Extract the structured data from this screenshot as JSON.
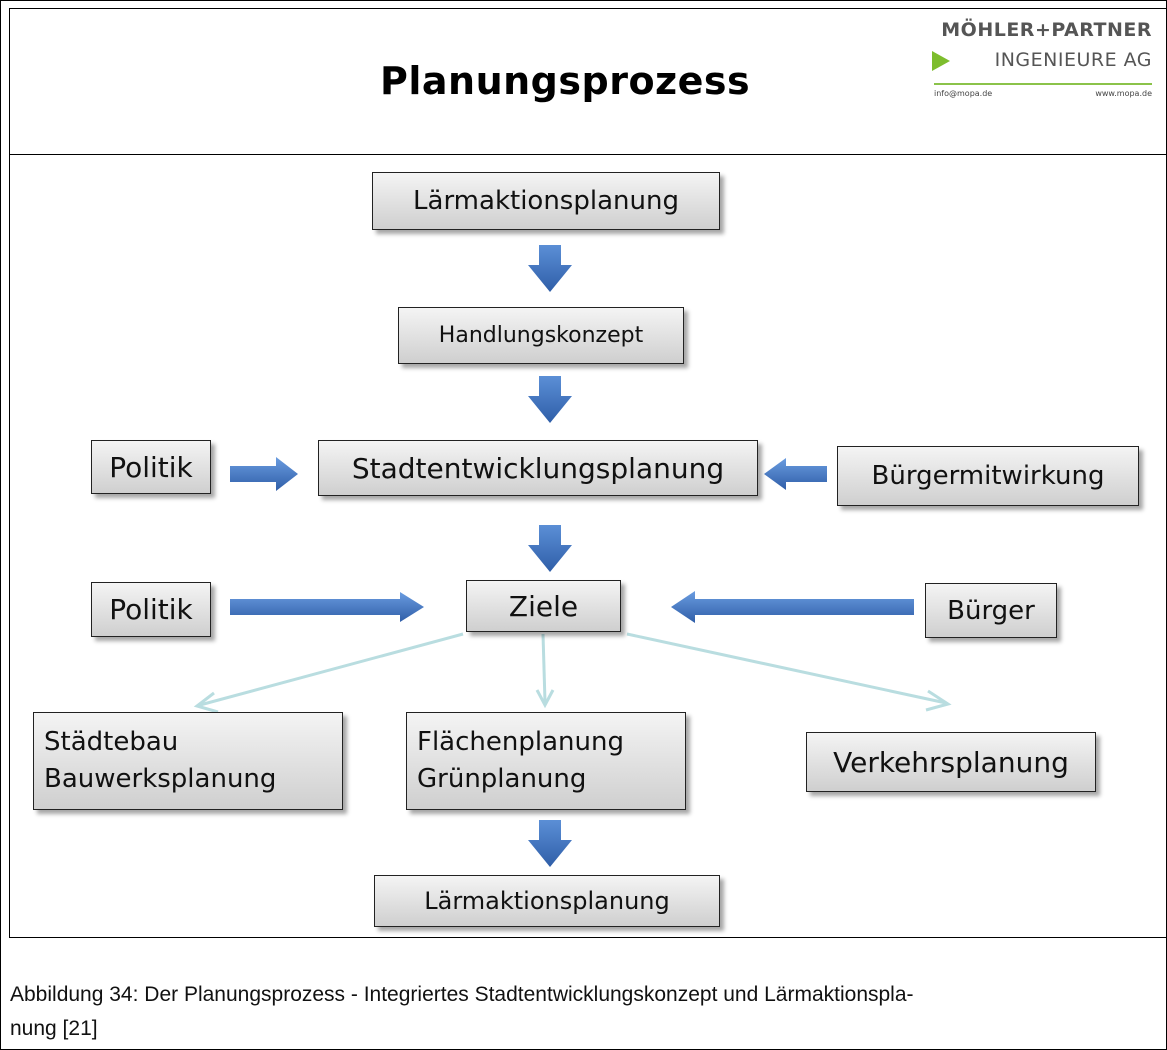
{
  "slide": {
    "title": "Planungsprozess",
    "logo": {
      "line1": "MÖHLER+PARTNER",
      "line2": "INGENIEURE AG",
      "email": "info@mopa.de",
      "web": "www.mopa.de"
    }
  },
  "diagram": {
    "top": "Lärmaktionsplanung",
    "concept": "Handlungskonzept",
    "politik1": "Politik",
    "stadtentwicklung": "Stadtentwicklungsplanung",
    "buergermitwirkung": "Bürgermitwirkung",
    "politik2": "Politik",
    "ziele": "Ziele",
    "buerger": "Bürger",
    "staedtebau": [
      "Städtebau",
      "Bauwerksplanung"
    ],
    "flaechen": [
      "Flächenplanung",
      "Grünplanung"
    ],
    "verkehr": "Verkehrsplanung",
    "bottom": "Lärmaktionsplanung"
  },
  "colors": {
    "arrow_blue": "#3f6fb8",
    "arrow_light": "#b9dde0",
    "logo_green": "#7dbd2d"
  },
  "caption": {
    "line1": "Abbildung 34: Der Planungsprozess - Integriertes Stadtentwicklungskonzept und Lärmaktionspla-",
    "line2": "nung [21]"
  }
}
